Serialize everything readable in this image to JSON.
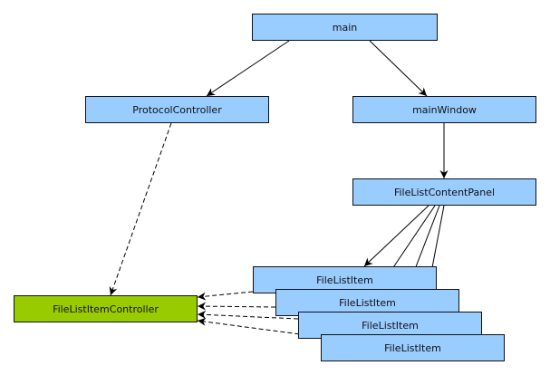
{
  "diagram": {
    "nodes": [
      {
        "id": "main",
        "label": "main",
        "color": "#99ccff"
      },
      {
        "id": "protocolController",
        "label": "ProtocolController",
        "color": "#99ccff"
      },
      {
        "id": "mainWindow",
        "label": "mainWindow",
        "color": "#99ccff"
      },
      {
        "id": "fileListContentPanel",
        "label": "FileListContentPanel",
        "color": "#99ccff"
      },
      {
        "id": "fileListItem1",
        "label": "FileListItem",
        "color": "#99ccff"
      },
      {
        "id": "fileListItem2",
        "label": "FileListItem",
        "color": "#99ccff"
      },
      {
        "id": "fileListItem3",
        "label": "FileListItem",
        "color": "#99ccff"
      },
      {
        "id": "fileListItem4",
        "label": "FileListItem",
        "color": "#99ccff"
      },
      {
        "id": "fileListItemController",
        "label": "FileListItemController",
        "color": "#99cc00"
      }
    ],
    "edges": [
      {
        "from": "main",
        "to": "protocolController",
        "style": "solid"
      },
      {
        "from": "main",
        "to": "mainWindow",
        "style": "solid"
      },
      {
        "from": "mainWindow",
        "to": "fileListContentPanel",
        "style": "solid"
      },
      {
        "from": "fileListContentPanel",
        "to": "fileListItem1",
        "style": "solid"
      },
      {
        "from": "fileListContentPanel",
        "to": "fileListItem2",
        "style": "solid"
      },
      {
        "from": "fileListContentPanel",
        "to": "fileListItem3",
        "style": "solid"
      },
      {
        "from": "fileListContentPanel",
        "to": "fileListItem4",
        "style": "solid"
      },
      {
        "from": "protocolController",
        "to": "fileListItemController",
        "style": "dashed"
      },
      {
        "from": "fileListItem1",
        "to": "fileListItemController",
        "style": "dashed"
      },
      {
        "from": "fileListItem2",
        "to": "fileListItemController",
        "style": "dashed"
      },
      {
        "from": "fileListItem3",
        "to": "fileListItemController",
        "style": "dashed"
      },
      {
        "from": "fileListItem4",
        "to": "fileListItemController",
        "style": "dashed"
      }
    ]
  }
}
